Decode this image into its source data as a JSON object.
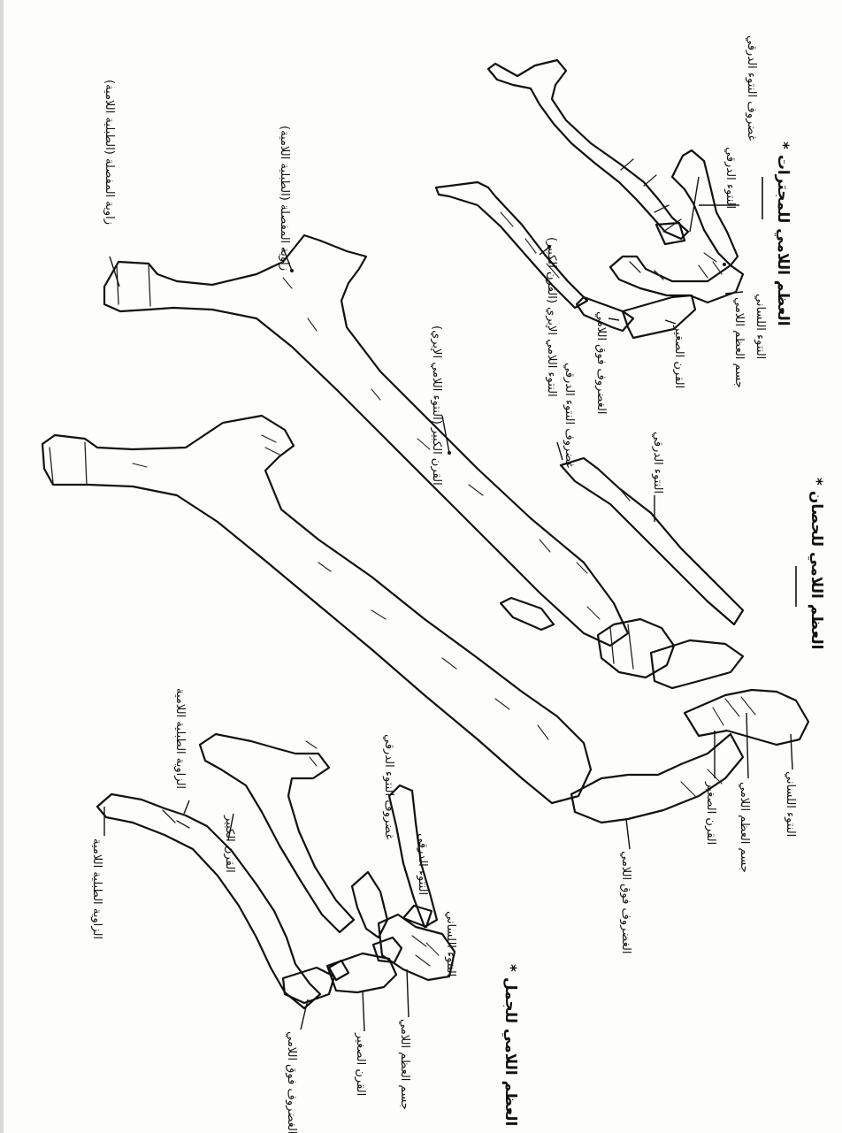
{
  "captions": {
    "camel": "* العظم اللامي للجمل",
    "horse": "* العظم اللامي للحصان",
    "ruminant": "* العظم اللامي للمجترات"
  },
  "labels": {
    "r_cartilage_tip": "غضروف النتوء الدرقي",
    "r_thyroid_proc": "النتوء الدرقي",
    "r_hyoid_body": "جسم العظم اللامي",
    "r_lingual_proc": "النتوء اللساني",
    "r_stylohyoid": "النتوء اللامي الإبري (القرن الكبير)",
    "r_tympanohyoid": "الغضروف فوق اللامي",
    "r_ceratohyoid": "القرن الصغير",
    "h_cartilage_angle": "زاوية المفصلة (الطبلية اللامية)",
    "h_angle": "زاوية المفصلة (الطبلية اللامية)",
    "h_stylohyoid": "القرن الكبير (النتوء اللامي الإبري)",
    "h_thyroid_cart": "غضروف النتوء الدرقي",
    "h_thyroid_proc": "النتوء الدرقي",
    "h_epihyoid": "الغضروف فوق اللامي",
    "h_ceratohyoid": "القرن الصغير",
    "h_body": "جسم العظم اللامي",
    "h_lingual": "النتوء اللساني",
    "c_tympanohyoid_angle": "الزاوية الطبلية اللامية",
    "c_stylohyoid": "القرن الكبير",
    "c_epihyoid": "الغضروف فوق اللامي",
    "c_ceratohyoid": "القرن الصغير",
    "c_body": "جسم العظم اللامي",
    "c_lingual": "النتوء اللساني",
    "c_thyroid_proc": "النتوء الدرقي",
    "c_thyroid_cart": "غضروف النتوء الدرقي",
    "c_tympanohyoid_cart": "الزاوية الطبلية اللامية"
  },
  "colors": {
    "ink": "#111111",
    "paper": "#fdfdfc"
  }
}
